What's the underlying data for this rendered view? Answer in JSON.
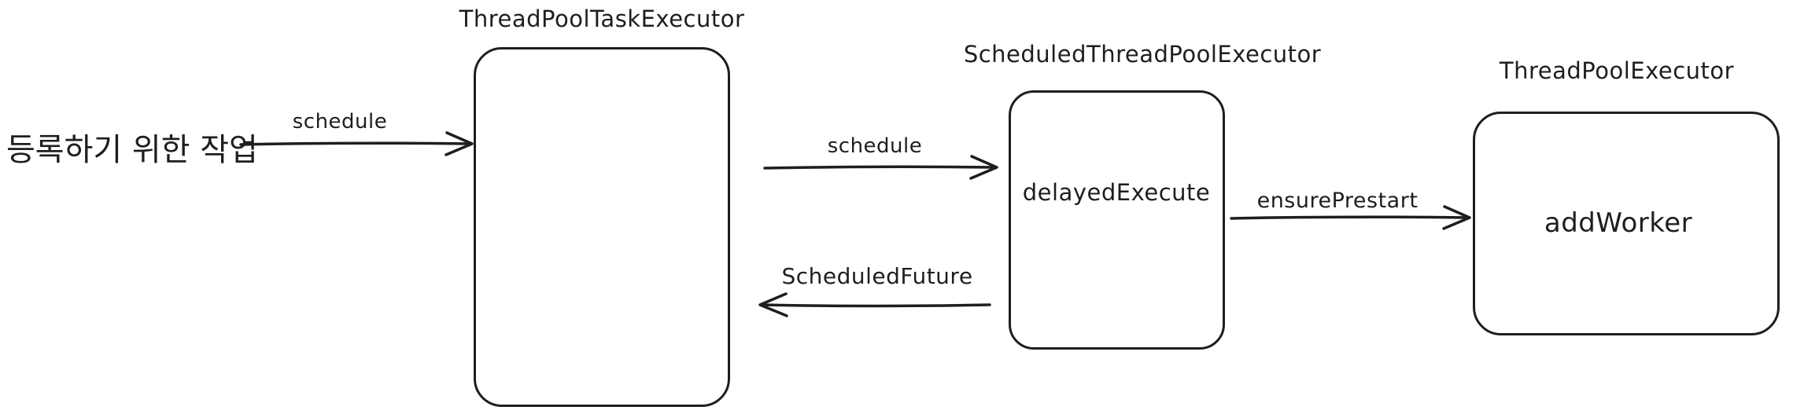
{
  "diagram": {
    "background_color": "#ffffff",
    "stroke_color": "#1e1e1e",
    "source_label": "등록하기 위한 작업",
    "nodes": [
      {
        "id": "thread-pool-task-executor",
        "title": "ThreadPoolTaskExecutor",
        "body": ""
      },
      {
        "id": "scheduled-thread-pool-executor",
        "title": "ScheduledThreadPoolExecutor",
        "body": "delayedExecute"
      },
      {
        "id": "thread-pool-executor",
        "title": "ThreadPoolExecutor",
        "body": "addWorker"
      }
    ],
    "edges": [
      {
        "label": "schedule",
        "from": "등록하기 위한 작업",
        "to": "ThreadPoolTaskExecutor",
        "direction": "right"
      },
      {
        "label": "schedule",
        "from": "ThreadPoolTaskExecutor",
        "to": "ScheduledThreadPoolExecutor",
        "direction": "right"
      },
      {
        "label": "ScheduledFuture",
        "from": "ScheduledThreadPoolExecutor",
        "to": "ThreadPoolTaskExecutor",
        "direction": "left"
      },
      {
        "label": "ensurePrestart",
        "from": "ScheduledThreadPoolExecutor",
        "to": "ThreadPoolExecutor",
        "direction": "right"
      }
    ]
  }
}
